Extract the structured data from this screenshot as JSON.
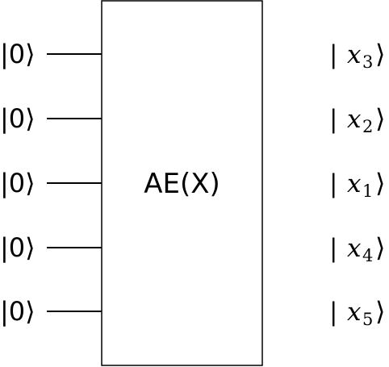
{
  "diagram": {
    "gate_label": "AE(X)",
    "inputs": [
      {
        "label": "|0⟩"
      },
      {
        "label": "|0⟩"
      },
      {
        "label": "|0⟩"
      },
      {
        "label": "|0⟩"
      },
      {
        "label": "|0⟩"
      }
    ],
    "outputs": [
      {
        "bar": "|",
        "var": "x",
        "sub": "3",
        "close": "⟩"
      },
      {
        "bar": "|",
        "var": "x",
        "sub": "2",
        "close": "⟩"
      },
      {
        "bar": "|",
        "var": "x",
        "sub": "1",
        "close": "⟩"
      },
      {
        "bar": "|",
        "var": "x",
        "sub": "4",
        "close": "⟩"
      },
      {
        "bar": "|",
        "var": "x",
        "sub": "5",
        "close": "⟩"
      }
    ]
  }
}
